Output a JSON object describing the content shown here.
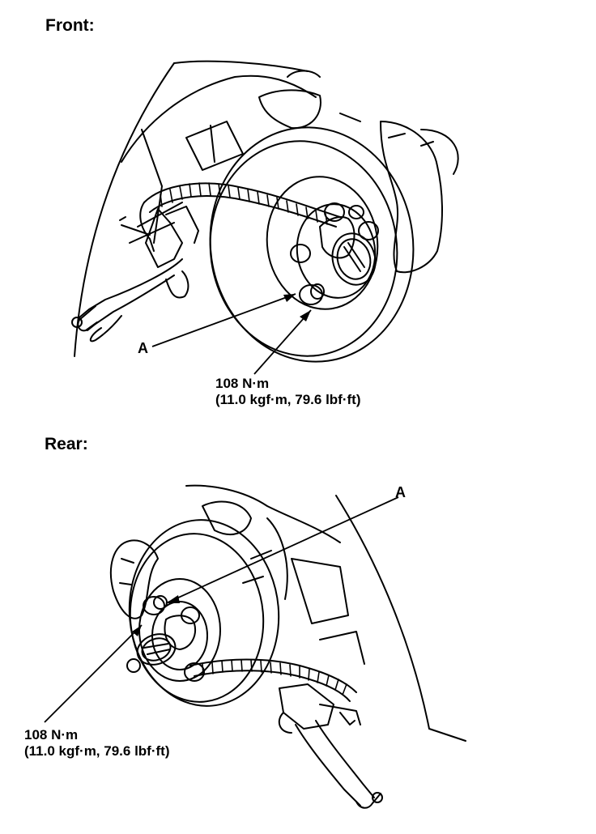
{
  "front": {
    "heading": "Front:",
    "callout": "A",
    "torque_line1": "108 N·m",
    "torque_line2": "(11.0 kgf·m, 79.6 lbf·ft)"
  },
  "rear": {
    "heading": "Rear:",
    "callout": "A",
    "torque_line1": "108 N·m",
    "torque_line2": "(11.0 kgf·m, 79.6 lbf·ft)"
  },
  "ink_color": "#000000",
  "paper_color": "#ffffff"
}
